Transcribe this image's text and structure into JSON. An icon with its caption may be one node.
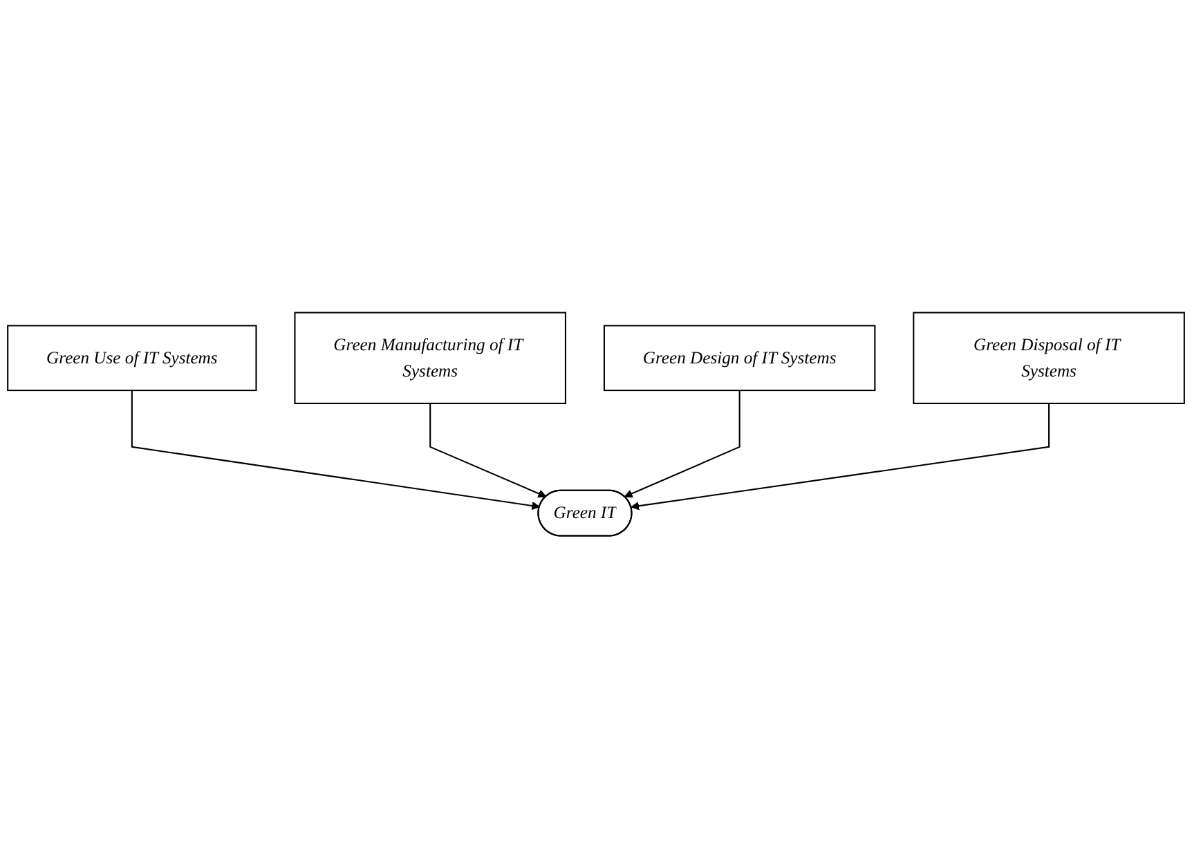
{
  "diagram": {
    "nodes": [
      {
        "text": [
          "Green Use of IT Systems"
        ]
      },
      {
        "text": [
          "Green Manufacturing of IT Systems"
        ]
      },
      {
        "text": [
          "Green IT"
        ]
      },
      {
        "text": [
          "Green Design of IT Systems"
        ]
      },
      {
        "text": [
          "Green Disposal of IT Systems"
        ]
      }
    ],
    "edges": [
      {
        "from": 0,
        "to": 2,
        "arrow": "to"
      },
      {
        "from": 1,
        "to": 2,
        "arrow": "to"
      },
      {
        "from": 3,
        "to": 2,
        "arrow": "to"
      },
      {
        "from": 4,
        "to": 2,
        "arrow": "to"
      }
    ]
  }
}
